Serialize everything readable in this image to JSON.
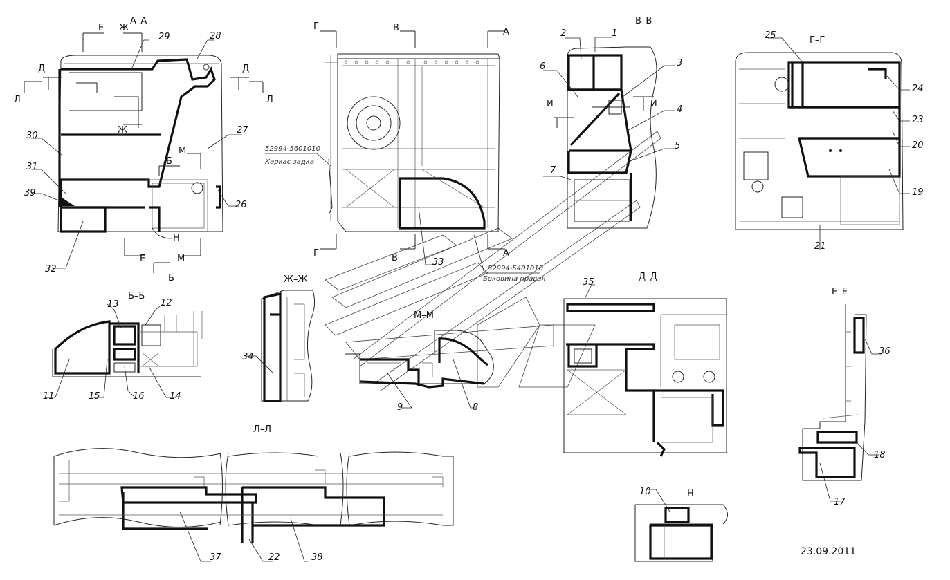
{
  "sections": {
    "aa": "А–А",
    "vv": "В–В",
    "gg": "Г–Г",
    "bb": "Б–Б",
    "zhzh": "Ж–Ж",
    "dd": "Д–Д",
    "ee": "Е–Е",
    "mm": "М–М",
    "ll": "Л–Л",
    "n": "Н"
  },
  "cut_marks": {
    "e": "Е",
    "zh": "Ж",
    "d": "Д",
    "l": "Л",
    "m": "М",
    "b": "Б",
    "n": "Н",
    "g": "Г",
    "v": "В",
    "a": "А",
    "i": "И"
  },
  "notes": {
    "frame_rear_code": "52994-5601010",
    "frame_rear_name": "Каркас задка",
    "side_right_code": "52994-5401010",
    "side_right_name": "Боковина правая"
  },
  "labels": {
    "p1": "1",
    "p2": "2",
    "p3": "3",
    "p4": "4",
    "p5": "5",
    "p6": "6",
    "p7": "7",
    "p8": "8",
    "p9": "9",
    "p10": "10",
    "p11": "11",
    "p12": "12",
    "p13": "13",
    "p14": "14",
    "p15": "15",
    "p16": "16",
    "p17": "17",
    "p18": "18",
    "p19": "19",
    "p20": "20",
    "p21": "21",
    "p22": "22",
    "p23": "23",
    "p24": "24",
    "p25": "25",
    "p26": "26",
    "p27": "27",
    "p28": "28",
    "p29": "29",
    "p30": "30",
    "p31": "31",
    "p32": "32",
    "p33": "33",
    "p34": "34",
    "p35": "35",
    "p36": "36",
    "p37": "37",
    "p38": "38",
    "p39": "39"
  },
  "date": "23.09.2011"
}
